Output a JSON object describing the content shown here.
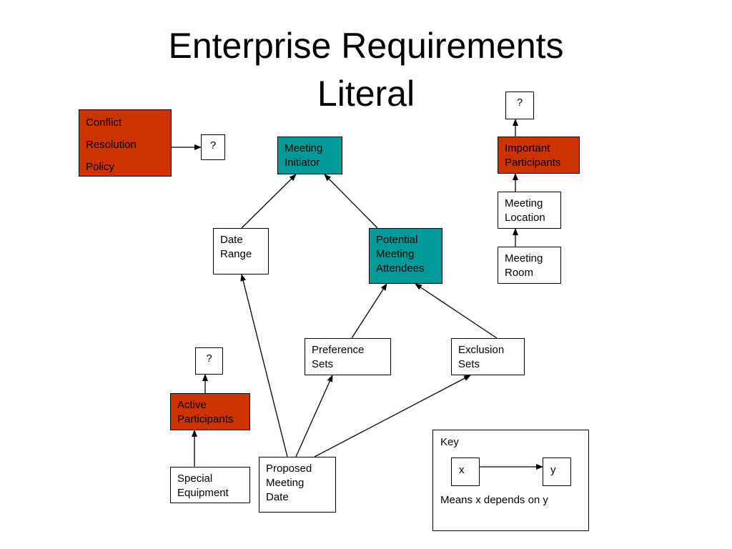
{
  "title": {
    "line1": "Enterprise Requirements",
    "line2": "Literal"
  },
  "colors": {
    "required": "#cc3300",
    "core": "#009999"
  },
  "nodes": {
    "conflict_resolution": [
      "Conflict",
      "Resolution",
      "Policy"
    ],
    "conflict_unknown": "?",
    "meeting_initiator": [
      "Meeting",
      "Initiator"
    ],
    "important_unknown": "?",
    "important_participants": [
      "Important",
      "Participants"
    ],
    "meeting_location": [
      "Meeting",
      "Location"
    ],
    "meeting_room": [
      "Meeting",
      "Room"
    ],
    "date_range": [
      "Date",
      "Range"
    ],
    "potential_attendees": [
      "Potential",
      "Meeting",
      "Attendees"
    ],
    "preference_sets": [
      "Preference",
      "Sets"
    ],
    "exclusion_sets": [
      "Exclusion",
      "Sets"
    ],
    "active_unknown": "?",
    "active_participants": [
      "Active",
      "Participants"
    ],
    "special_equipment": [
      "Special",
      "Equipment"
    ],
    "proposed_date": [
      "Proposed",
      "Meeting",
      "Date"
    ]
  },
  "edges": [
    {
      "from": "conflict_resolution",
      "to": "conflict_unknown"
    },
    {
      "from": "date_range",
      "to": "meeting_initiator"
    },
    {
      "from": "potential_attendees",
      "to": "meeting_initiator"
    },
    {
      "from": "important_participants",
      "to": "important_unknown"
    },
    {
      "from": "meeting_location",
      "to": "important_participants"
    },
    {
      "from": "meeting_room",
      "to": "meeting_location"
    },
    {
      "from": "preference_sets",
      "to": "potential_attendees"
    },
    {
      "from": "exclusion_sets",
      "to": "potential_attendees"
    },
    {
      "from": "proposed_date",
      "to": "date_range"
    },
    {
      "from": "proposed_date",
      "to": "preference_sets"
    },
    {
      "from": "proposed_date",
      "to": "exclusion_sets"
    },
    {
      "from": "active_participants",
      "to": "active_unknown"
    },
    {
      "from": "special_equipment",
      "to": "active_participants"
    }
  ],
  "key": {
    "label": "Key",
    "x": "x",
    "y": "y",
    "description": "Means x depends on y"
  }
}
